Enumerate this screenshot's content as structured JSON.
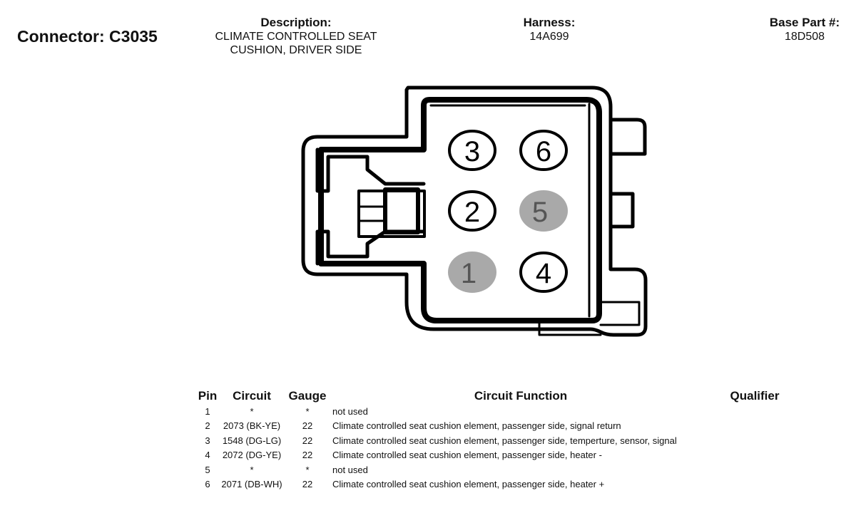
{
  "connector": {
    "title": "Connector: C3035"
  },
  "description": {
    "label": "Description:",
    "line1": "CLIMATE CONTROLLED SEAT",
    "line2": "CUSHION, DRIVER SIDE"
  },
  "harness": {
    "label": "Harness:",
    "value": "14A699"
  },
  "base_part": {
    "label": "Base Part #:",
    "value": "18D508"
  },
  "pin_labels": [
    "3",
    "6",
    "2",
    "5",
    "1",
    "4"
  ],
  "unused_pin_fill": "#a9a9a9",
  "table": {
    "headers": {
      "pin": "Pin",
      "circuit": "Circuit",
      "gauge": "Gauge",
      "function": "Circuit Function",
      "qualifier": "Qualifier"
    },
    "rows": [
      {
        "pin": "1",
        "circuit": "*",
        "gauge": "*",
        "function": "not used",
        "qualifier": ""
      },
      {
        "pin": "2",
        "circuit": "2073 (BK-YE)",
        "gauge": "22",
        "function": "Climate controlled seat cushion element, passenger side, signal return",
        "qualifier": ""
      },
      {
        "pin": "3",
        "circuit": "1548 (DG-LG)",
        "gauge": "22",
        "function": "Climate controlled seat cushion element, passenger side, temperture, sensor, signal",
        "qualifier": ""
      },
      {
        "pin": "4",
        "circuit": "2072 (DG-YE)",
        "gauge": "22",
        "function": "Climate controlled seat cushion element, passenger side, heater -",
        "qualifier": ""
      },
      {
        "pin": "5",
        "circuit": "*",
        "gauge": "*",
        "function": "not used",
        "qualifier": ""
      },
      {
        "pin": "6",
        "circuit": "2071 (DB-WH)",
        "gauge": "22",
        "function": "Climate controlled seat cushion element, passenger side, heater +",
        "qualifier": ""
      }
    ]
  }
}
